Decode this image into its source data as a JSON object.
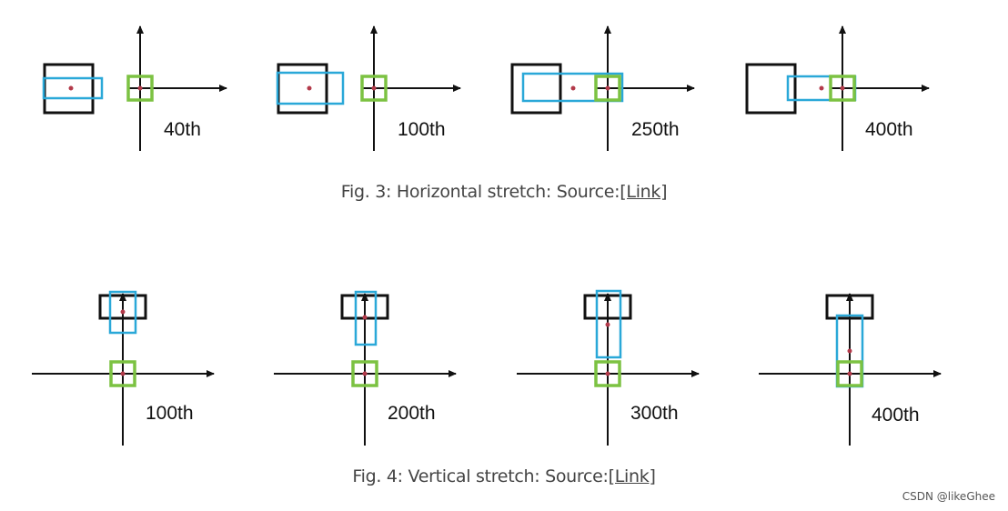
{
  "figures": [
    {
      "id": "fig3",
      "caption_prefix": "Fig. 3: Horizontal stretch: Source:",
      "link_text": "[Link]",
      "panels": [
        {
          "label": "40th"
        },
        {
          "label": "100th"
        },
        {
          "label": "250th"
        },
        {
          "label": "400th"
        }
      ]
    },
    {
      "id": "fig4",
      "caption_prefix": "Fig. 4: Vertical stretch: Source:",
      "link_text": "[Link]",
      "panels": [
        {
          "label": "100th"
        },
        {
          "label": "200th"
        },
        {
          "label": "300th"
        },
        {
          "label": "400th"
        }
      ]
    }
  ],
  "colors": {
    "axis": "#111111",
    "anchor_box": "#111111",
    "stretched_box": "#2aa8d8",
    "target_box": "#7cc242",
    "center_dot": "#b33a4a"
  },
  "watermark": "CSDN @likeGhee"
}
